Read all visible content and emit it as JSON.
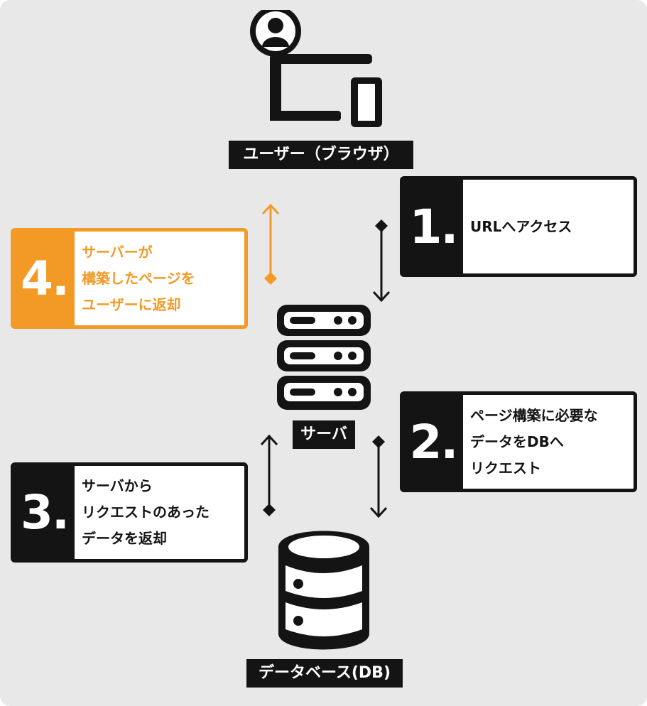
{
  "labels": {
    "user": "ユーザー（ブラウザ）",
    "server": "サーバ",
    "database": "データベース(DB)"
  },
  "steps": [
    {
      "number": "1.",
      "text": "URLへアクセス"
    },
    {
      "number": "2.",
      "text": "ページ構築に必要な\nデータをDBへ\nリクエスト"
    },
    {
      "number": "3.",
      "text": "サーバから\nリクエストのあった\nデータを返却"
    },
    {
      "number": "4.",
      "text": "サーバーが\n構築したページを\nユーザーに返却"
    }
  ],
  "colors": {
    "dark": "#141414",
    "accent": "#f39a26",
    "background": "#e8e8e8"
  },
  "icons": {
    "user": "user-at-computer-icon",
    "server": "server-rack-icon",
    "database": "database-icon"
  }
}
